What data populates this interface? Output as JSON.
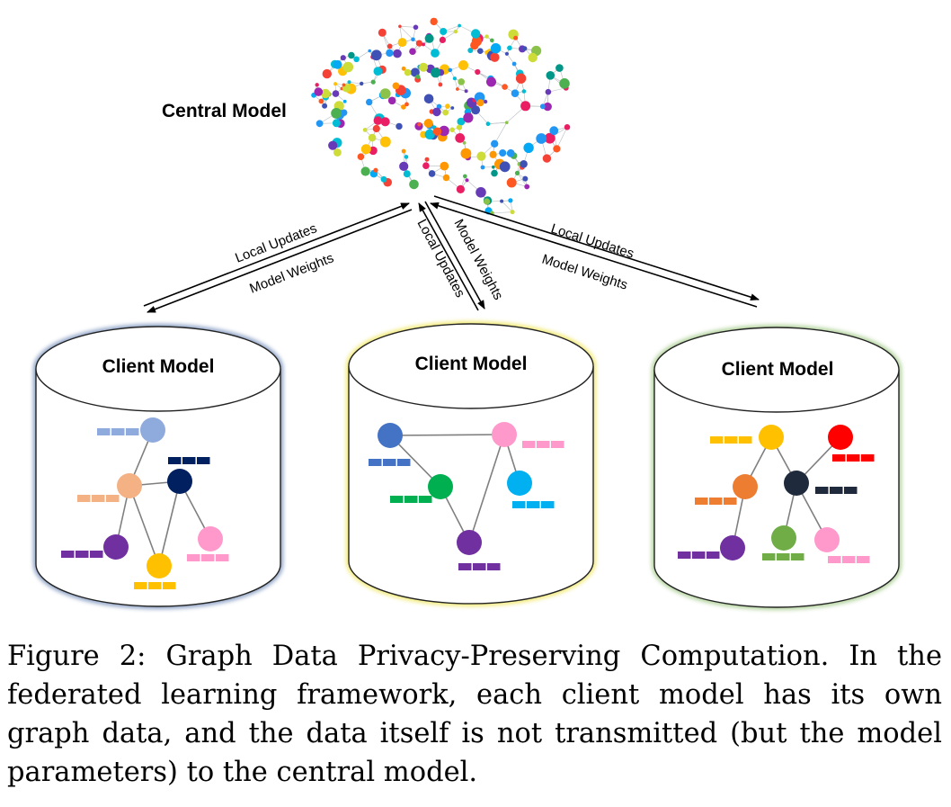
{
  "central": {
    "label": "Central Model"
  },
  "arrows": {
    "left": {
      "top": "Local Updates",
      "bottom": "Model Weights"
    },
    "middle": {
      "first": "Local Updates",
      "second": "Model Weights"
    },
    "right": {
      "top": "Local Updates",
      "bottom": "Model Weights"
    }
  },
  "clients": [
    {
      "label": "Client Model",
      "border_color": "#2f5597",
      "nodes": [
        "#8faadc",
        "#f4b183",
        "#002060",
        "#7030a0",
        "#ffc000",
        "#ff99cc"
      ]
    },
    {
      "label": "Client Model",
      "border_color": "#e6d800",
      "nodes": [
        "#4472c4",
        "#ff99cc",
        "#00b050",
        "#00b0f0",
        "#7030a0"
      ]
    },
    {
      "label": "Client Model",
      "border_color": "#70ad47",
      "nodes": [
        "#ffc000",
        "#ff0000",
        "#ed7d31",
        "#1f2a3c",
        "#7030a0",
        "#70ad47",
        "#ff99cc"
      ]
    }
  ],
  "caption": {
    "text": "Figure 2: Graph Data Privacy-Preserving Computation. In the federated learning framework, each client model has its own graph data, and the data itself is not transmitted (but the model parameters) to the central model."
  }
}
